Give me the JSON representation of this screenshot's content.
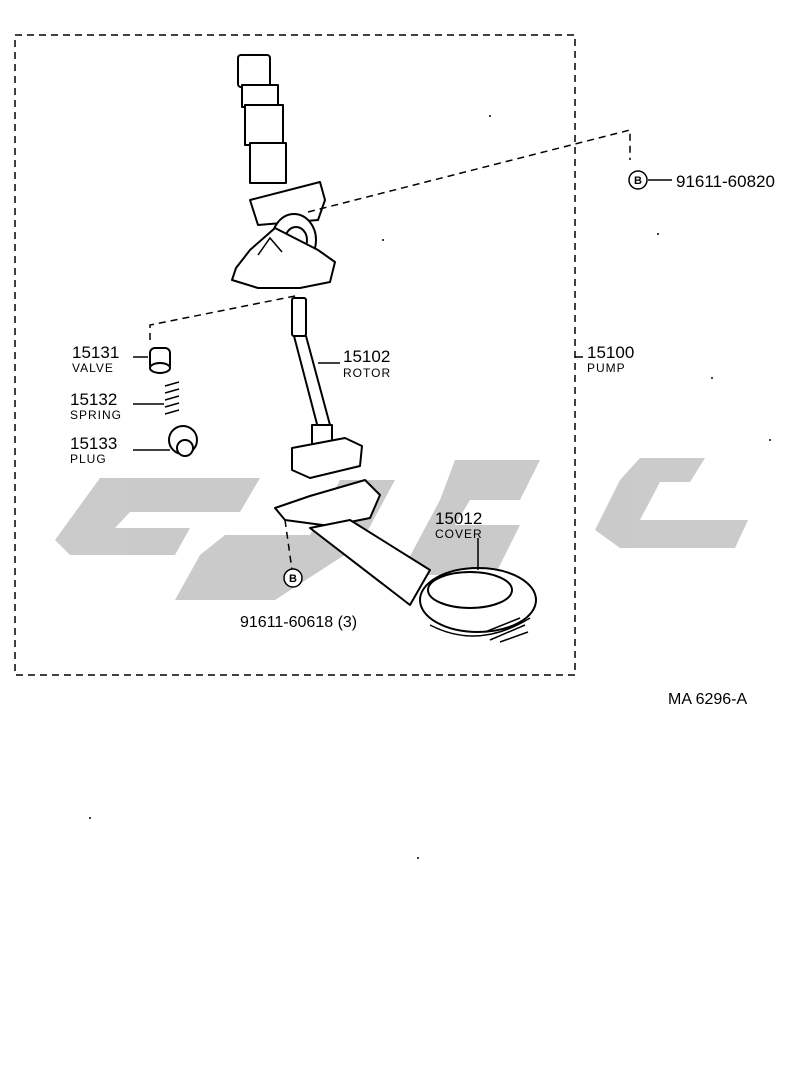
{
  "watermark": {
    "text": "CBGC",
    "color": "#c8c8c8"
  },
  "callouts": {
    "bolt_top": {
      "badge": "B",
      "part_no": "91611-60820"
    },
    "pump": {
      "part_no": "15100",
      "name": "PUMP"
    },
    "rotor": {
      "part_no": "15102",
      "name": "ROTOR"
    },
    "valve": {
      "part_no": "15131",
      "name": "VALVE"
    },
    "spring": {
      "part_no": "15132",
      "name": "SPRING"
    },
    "plug": {
      "part_no": "15133",
      "name": "PLUG"
    },
    "cover": {
      "part_no": "15012",
      "name": "COVER"
    },
    "bolt_low": {
      "badge": "B",
      "part_no": "91611-60618 (3)"
    }
  },
  "drawing_ref": "MA  6296-A"
}
